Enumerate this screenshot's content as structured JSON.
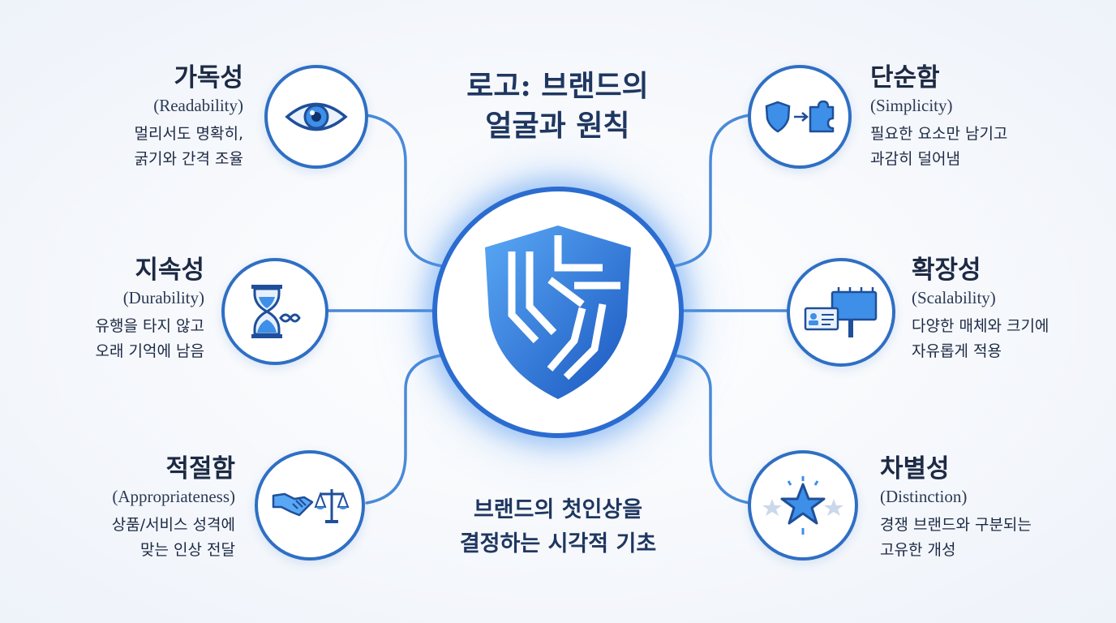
{
  "title": {
    "line1": "로고: 브랜드의",
    "line2": "얼굴과 원칙"
  },
  "subtitle": {
    "line1": "브랜드의 첫인상을",
    "line2": "결정하는 시각적 기초"
  },
  "principles": [
    {
      "title": "가독성",
      "english": "(Readability)",
      "desc1": "멀리서도 명확히,",
      "desc2": "굵기와 간격 조율",
      "icon": "eye-icon"
    },
    {
      "title": "지속성",
      "english": "(Durability)",
      "desc1": "유행을 타지 않고",
      "desc2": "오래 기억에 남음",
      "icon": "hourglass-infinity-icon"
    },
    {
      "title": "적절함",
      "english": "(Appropriateness)",
      "desc1": "상품/서비스 성격에",
      "desc2": "맞는 인상 전달",
      "icon": "handshake-scales-icon"
    },
    {
      "title": "단순함",
      "english": "(Simplicity)",
      "desc1": "필요한 요소만 남기고",
      "desc2": "과감히 덜어냄",
      "icon": "shield-arrow-puzzle-icon"
    },
    {
      "title": "확장성",
      "english": "(Scalability)",
      "desc1": "다양한 매체와 크기에",
      "desc2": "자유롭게 적용",
      "icon": "card-billboard-icon"
    },
    {
      "title": "차별성",
      "english": "(Distinction)",
      "desc1": "경쟁 브랜드와 구분되는",
      "desc2": "고유한 개성",
      "icon": "star-icon"
    }
  ],
  "colors": {
    "primary": "#2f6fc4",
    "accent": "#3d8fe8",
    "text": "#1d2a44"
  }
}
